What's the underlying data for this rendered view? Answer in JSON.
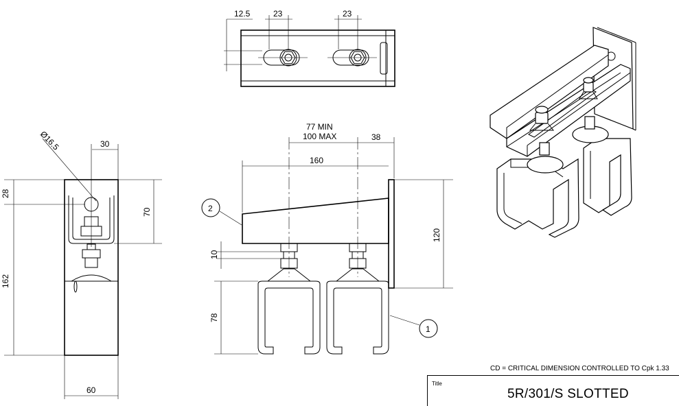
{
  "dimensions": {
    "top_offset": "12.5",
    "top_slot1": "23",
    "top_slot2": "23",
    "side_dia": "Ø16.5",
    "side_30": "30",
    "side_28": "28",
    "side_70": "70",
    "side_162": "162",
    "side_60": "60",
    "front_min": "77 MIN",
    "front_max": "100 MAX",
    "front_38": "38",
    "front_160": "160",
    "front_120": "120",
    "front_10": "10",
    "front_78": "78"
  },
  "balloons": {
    "b1": "1",
    "b2": "2"
  },
  "note": "CD = CRITICAL DIMENSION CONTROLLED TO Cpk 1.33",
  "title_block": {
    "label": "Title",
    "value": "5R/301/S SLOTTED"
  }
}
